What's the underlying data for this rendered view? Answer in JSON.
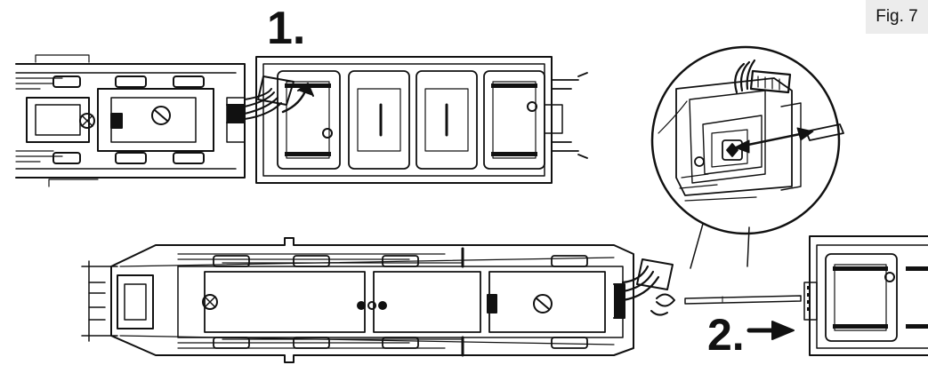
{
  "figure": {
    "label": "Fig. 7",
    "steps": [
      {
        "label": "1."
      },
      {
        "label": "2."
      }
    ]
  },
  "colors": {
    "ink": "#111111",
    "paper": "#ffffff",
    "label_bg": "#ececec"
  },
  "icons": [
    "arrow-right-icon",
    "curved-arrow-icon",
    "screw-icon",
    "double-arrow-icon"
  ]
}
